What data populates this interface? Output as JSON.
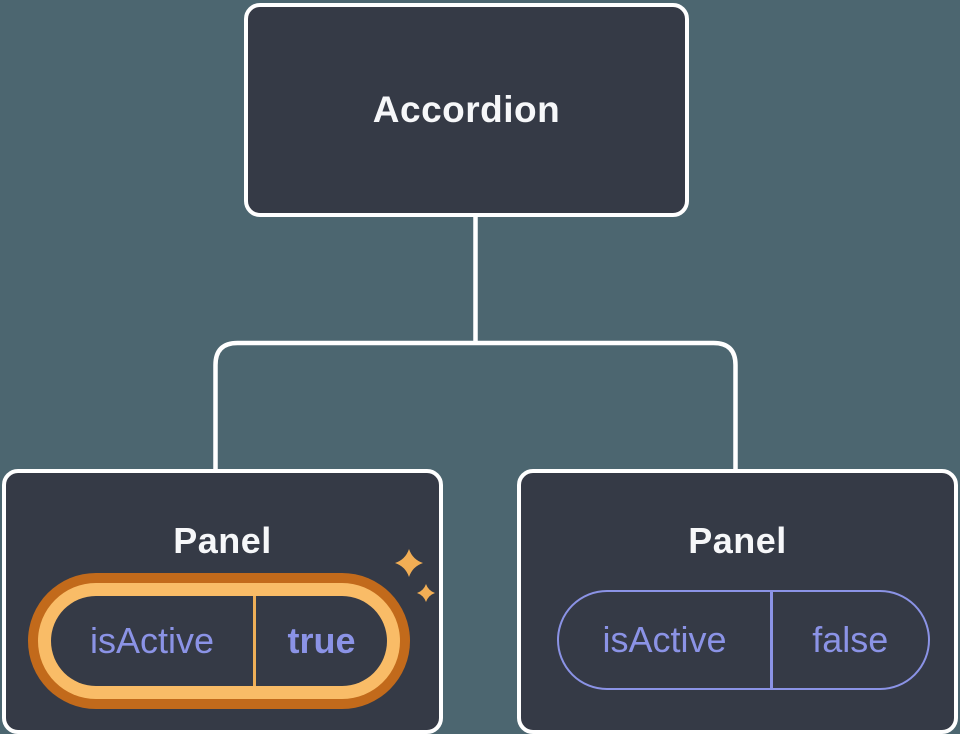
{
  "diagram": {
    "root": {
      "label": "Accordion"
    },
    "panels": [
      {
        "title": "Panel",
        "prop_name": "isActive",
        "prop_value": "true",
        "highlighted": true
      },
      {
        "title": "Panel",
        "prop_name": "isActive",
        "prop_value": "false",
        "highlighted": false
      }
    ]
  },
  "colors": {
    "background": "#4C6670",
    "node_fill": "#353A46",
    "node_border": "#FFFFFF",
    "text_light": "#F6F7F9",
    "accent_purple": "#8B93E6",
    "highlight_dark_orange": "#C26A1B",
    "highlight_light_orange": "#F9BC67",
    "divider_orange": "#EFAF58",
    "sparkle_gold": "#F2AE55"
  }
}
